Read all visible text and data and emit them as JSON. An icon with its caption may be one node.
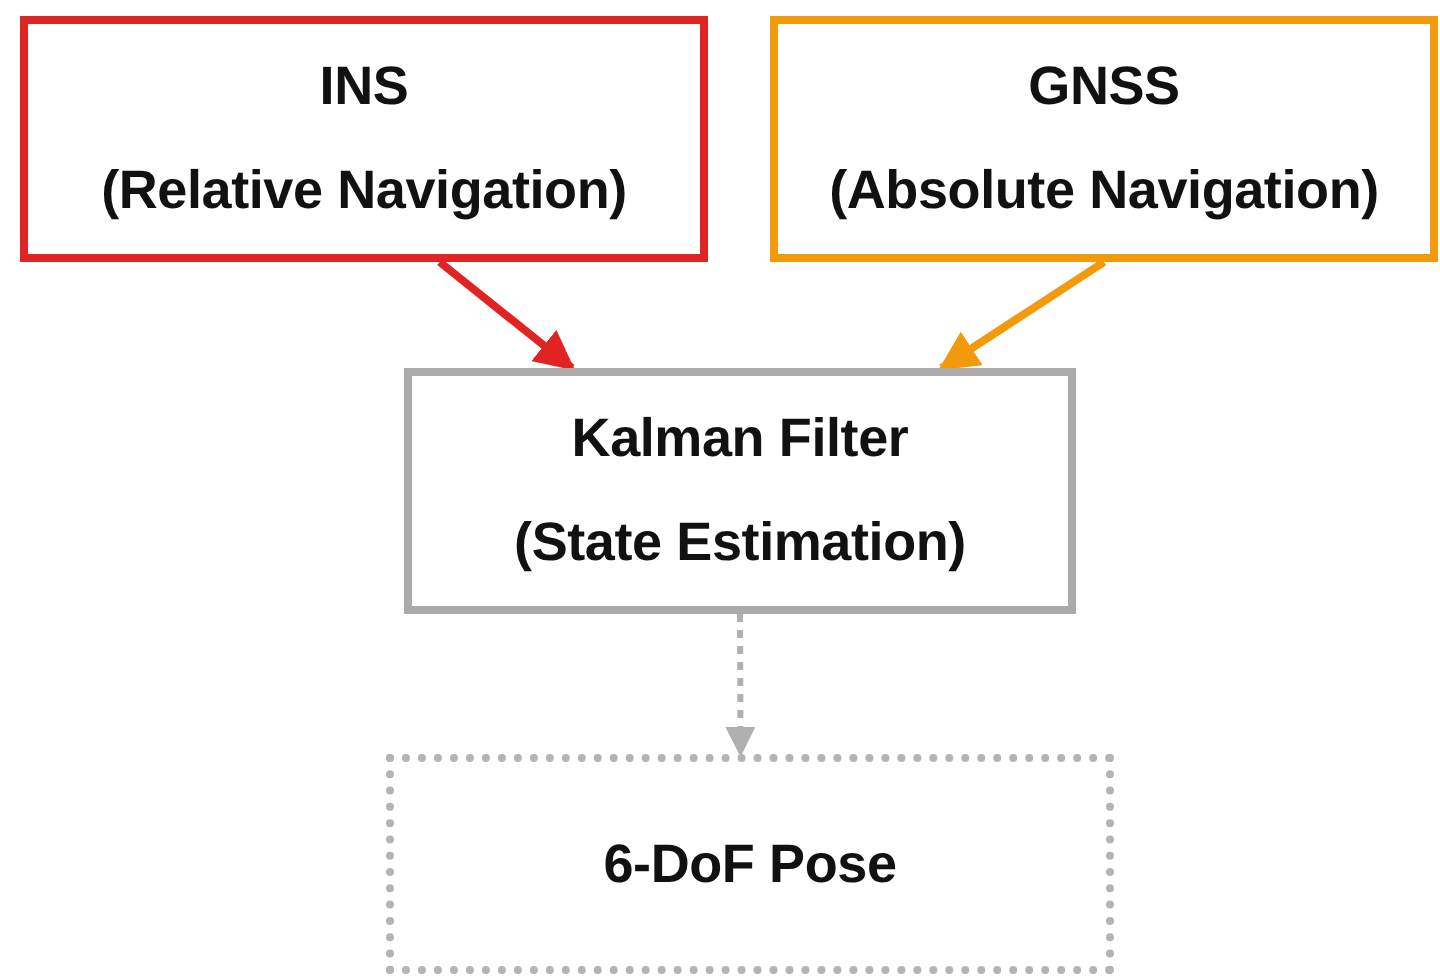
{
  "diagram": {
    "nodes": [
      {
        "text": [
          "INS",
          "(Relative Navigation)"
        ]
      },
      {
        "text": [
          "GNSS",
          "(Absolute Navigation)"
        ]
      },
      {
        "text": [
          "Kalman Filter",
          "(State Estimation)"
        ]
      },
      {
        "text": [
          "6-DoF Pose"
        ]
      }
    ],
    "edges": [
      {
        "from": 0,
        "to": 2,
        "arrow": "to",
        "color": "#e02424"
      },
      {
        "from": 1,
        "to": 2,
        "arrow": "to",
        "color": "#f39a0c"
      },
      {
        "from": 2,
        "to": 3,
        "arrow": "to",
        "style": "dashed",
        "color": "#b0b0b0"
      }
    ]
  }
}
